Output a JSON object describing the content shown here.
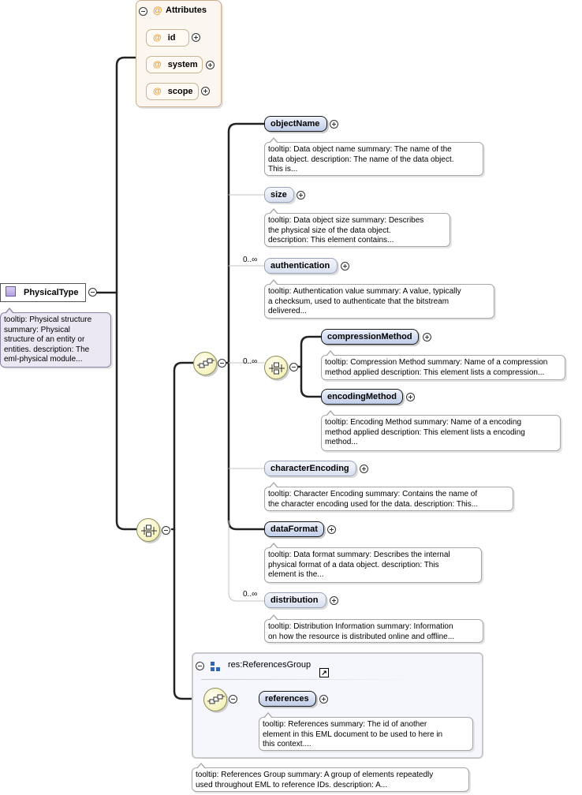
{
  "root": {
    "label": "PhysicalType",
    "tooltip": "tooltip: Physical structure\nsummary: Physical\nstructure of an entity or\nentities. description: The\neml-physical module..."
  },
  "attributes": {
    "header": "Attributes",
    "symbol": "@",
    "items": [
      {
        "label": "id"
      },
      {
        "label": "system"
      },
      {
        "label": "scope"
      }
    ]
  },
  "elements": {
    "objectName": {
      "label": "objectName",
      "tooltip": "tooltip: Data object name summary: The name of the\ndata object. description: The name of the data object.\nThis is..."
    },
    "size": {
      "label": "size",
      "tooltip": "tooltip: Data object size summary: Describes\nthe physical size of the data object.\ndescription: This element contains..."
    },
    "authentication": {
      "label": "authentication",
      "cardinality": "0..∞",
      "tooltip": "tooltip: Authentication value summary: A value, typically\na checksum, used to authenticate that the bitstream\ndelivered..."
    },
    "choice_cardinality": "0..∞",
    "compressionMethod": {
      "label": "compressionMethod",
      "tooltip": "tooltip: Compression Method summary: Name of a compression\nmethod applied description: This element lists a compression..."
    },
    "encodingMethod": {
      "label": "encodingMethod",
      "tooltip": "tooltip: Encoding Method summary: Name of a encoding\nmethod applied description: This element lists a encoding\nmethod..."
    },
    "characterEncoding": {
      "label": "characterEncoding",
      "tooltip": "tooltip: Character Encoding summary: Contains the name of\nthe character encoding used for the data. description: This..."
    },
    "dataFormat": {
      "label": "dataFormat",
      "tooltip": "tooltip: Data format summary: Describes the internal\nphysical format of a data object. description: This\nelement is the..."
    },
    "distribution": {
      "label": "distribution",
      "cardinality": "0..∞",
      "tooltip": "tooltip: Distribution Information summary: Information\non how the resource is distributed online and offline..."
    }
  },
  "group": {
    "label": "res:ReferencesGroup",
    "tooltip": "tooltip: References Group summary: A group of elements repeatedly\nused throughout EML to reference IDs. description: A...",
    "references": {
      "label": "references",
      "tooltip": "tooltip: References summary: The id of another\nelement in this EML document to be used to here in\nthis context...."
    }
  }
}
